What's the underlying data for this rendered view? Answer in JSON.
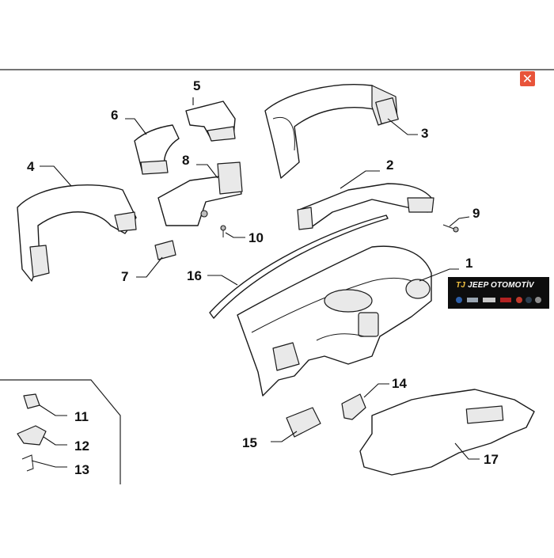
{
  "diagram": {
    "callouts": [
      {
        "id": "c1",
        "label": "1"
      },
      {
        "id": "c2",
        "label": "2"
      },
      {
        "id": "c3",
        "label": "3"
      },
      {
        "id": "c4",
        "label": "4"
      },
      {
        "id": "c5",
        "label": "5"
      },
      {
        "id": "c6",
        "label": "6"
      },
      {
        "id": "c7",
        "label": "7"
      },
      {
        "id": "c8",
        "label": "8"
      },
      {
        "id": "c9",
        "label": "9"
      },
      {
        "id": "c10",
        "label": "10"
      },
      {
        "id": "c11",
        "label": "11"
      },
      {
        "id": "c12",
        "label": "12"
      },
      {
        "id": "c13",
        "label": "13"
      },
      {
        "id": "c14",
        "label": "14"
      },
      {
        "id": "c15",
        "label": "15"
      },
      {
        "id": "c16",
        "label": "16"
      },
      {
        "id": "c17",
        "label": "17"
      }
    ]
  },
  "watermark": {
    "mark": "TJ",
    "text": "JEEP OTOMOTİV"
  },
  "close_button": {
    "icon": "close-icon",
    "symbol": "✕",
    "color": "#e8543a"
  }
}
